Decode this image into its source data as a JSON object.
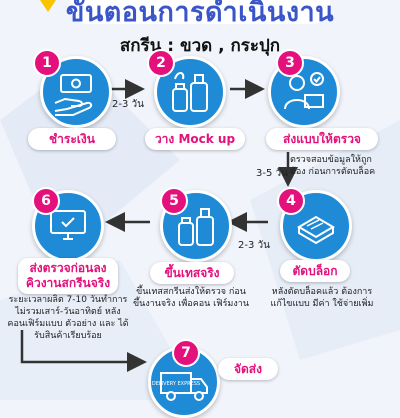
{
  "header": {
    "title": "ขั้นตอนการดำเนินงาน",
    "subtitle": "สกรีน   : ขวด , กระปุก"
  },
  "steps": [
    {
      "number": "1",
      "label": "ชำระเงิน",
      "desc": ""
    },
    {
      "number": "2",
      "label": "วาง Mock up",
      "desc": ""
    },
    {
      "number": "3",
      "label": "ส่งแบบให้ตรวจ",
      "desc": "ตรวจสอบข้อมูลให้ถูก ต้อง ก่อนการตัดบล็อค"
    },
    {
      "number": "4",
      "label": "ตัดบล็อก",
      "desc": "หลังตัดบล็อคแล้ว ต้องการแก้ไขแบบ มีค่า ใช้จ่ายเพิ่ม"
    },
    {
      "number": "5",
      "label": "ขึ้นเทสจริง",
      "desc": "ขึ้นเทสสกรีนส่งให้ตรวจ ก่อนขึ้นงานจริง เพื่อคอน เฟิร์มงาน"
    },
    {
      "number": "6",
      "label_line1": "ส่งตรวจก่อนลง",
      "label_line2": "คิวงานสกรีนจริง",
      "desc": "ระยะเวลาผลิต 7-10 วันทำการ ไม่รวมเสาร์-วันอาทิตย์ หลังคอนเฟิร์มแบบ ตัวอย่าง และ ได้รับสินค้าเรียบร้อย"
    },
    {
      "number": "7",
      "label": "จัดส่ง",
      "desc": ""
    }
  ],
  "durations": {
    "d12": "2-3 วัน",
    "d34": "3-5 วัน",
    "d45": "2-3 วัน"
  },
  "icons": {
    "step1": "hand-money-icon",
    "step2": "bottles-icon",
    "step3": "person-laptop-icon",
    "step4": "screen-block-icon",
    "step5": "bottles-icon",
    "step6": "computer-check-icon",
    "step7": "delivery-truck-icon",
    "truck_text": "DELIVERY EXPRESS"
  },
  "colors": {
    "primary": "#1f8bd6",
    "accent": "#e4117d",
    "title": "#3a55c8",
    "arrow": "#333333",
    "highlight": "#f8c400"
  }
}
